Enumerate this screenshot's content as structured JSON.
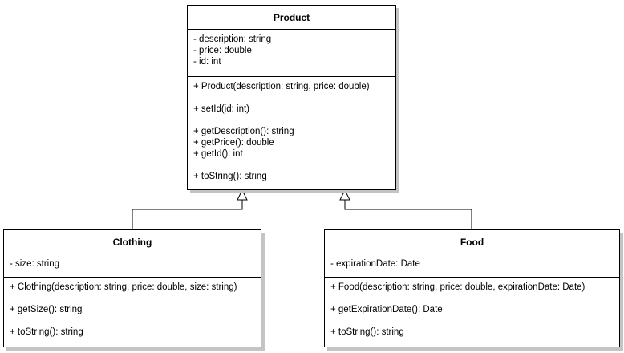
{
  "product": {
    "name": "Product",
    "attributes": [
      "- description: string",
      "- price: double",
      "- id: int"
    ],
    "method_groups": [
      [
        "+ Product(description: string, price: double)"
      ],
      [
        "+ setId(id: int)"
      ],
      [
        "+ getDescription(): string",
        "+ getPrice(): double",
        "+ getId(): int"
      ],
      [
        "+ toString(): string"
      ]
    ]
  },
  "clothing": {
    "name": "Clothing",
    "attributes": [
      "- size: string"
    ],
    "method_groups": [
      [
        "+ Clothing(description: string, price: double, size: string)"
      ],
      [
        "+ getSize(): string"
      ],
      [
        "+ toString(): string"
      ]
    ]
  },
  "food": {
    "name": "Food",
    "attributes": [
      "- expirationDate: Date"
    ],
    "method_groups": [
      [
        "+ Food(description: string, price: double, expirationDate: Date)"
      ],
      [
        "+ getExpirationDate(): Date"
      ],
      [
        "+ toString(): string"
      ]
    ]
  },
  "relations": [
    {
      "type": "generalization",
      "from": "clothing",
      "to": "product"
    },
    {
      "type": "generalization",
      "from": "food",
      "to": "product"
    }
  ]
}
